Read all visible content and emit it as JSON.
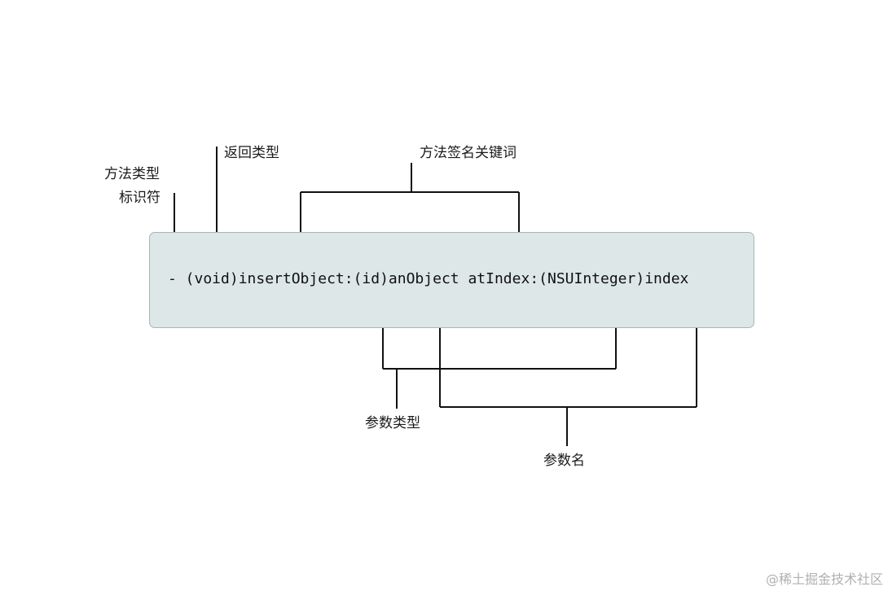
{
  "labels": {
    "method_type_line1": "方法类型",
    "method_type_line2": "标识符",
    "return_type": "返回类型",
    "signature_keywords": "方法签名关键词",
    "param_type": "参数类型",
    "param_name": "参数名"
  },
  "code": "- (void)insertObject:(id)anObject atIndex:(NSUInteger)index",
  "watermark": "@稀土掘金技术社区",
  "colors": {
    "box_fill": "#dde7e8",
    "box_border": "#a9b5b7",
    "line": "#111111"
  }
}
